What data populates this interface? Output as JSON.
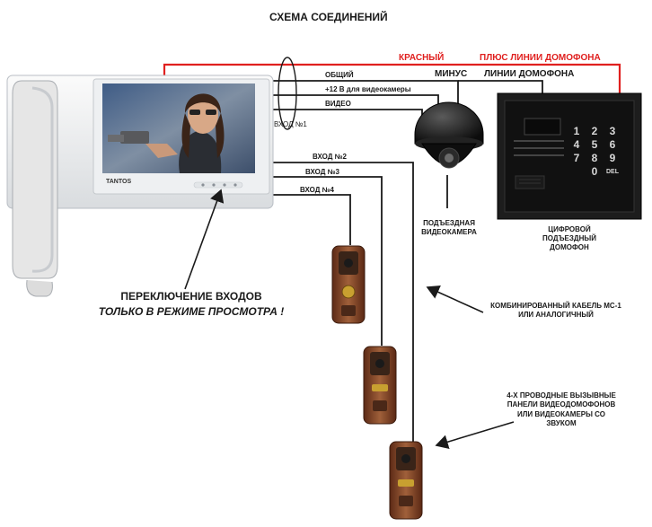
{
  "title": "СХЕМА СОЕДИНЕНИЙ",
  "wires": {
    "red_label": "КРАСНЫЙ",
    "plus_label": "ПЛЮС  ЛИНИИ ДОМОФОНА",
    "minus_label": "МИНУС",
    "line_label": "ЛИНИИ ДОМОФОНА",
    "common": "ОБЩИЙ",
    "power": "+12 В для видеокамеры",
    "video": "ВИДЕО"
  },
  "inputs": {
    "in1": "ВХОД №1",
    "in2": "ВХОД №2",
    "in3": "ВХОД №3",
    "in4": "ВХОД №4"
  },
  "monitor": {
    "brand": "TANTOS"
  },
  "camera": {
    "caption": "ПОДЪЕЗДНАЯ ВИДЕОКАМЕРА"
  },
  "intercom": {
    "caption": "ЦИФРОВОЙ ПОДЪЕЗДНЫЙ ДОМОФОН",
    "keys": [
      "1",
      "2",
      "3",
      "4",
      "5",
      "6",
      "7",
      "8",
      "9",
      "0",
      "DEL"
    ]
  },
  "notes": {
    "switch_line1": "ПЕРЕКЛЮЧЕНИЕ  ВХОДОВ",
    "switch_line2": "ТОЛЬКО В РЕЖИМЕ ПРОСМОТРА !",
    "cable": "КОМБИНИРОВАННЫЙ КАБЕЛЬ МС-1 ИЛИ АНАЛОГИЧНЫЙ",
    "panels": "4-Х ПРОВОДНЫЕ ВЫЗЫВНЫЕ ПАНЕЛИ ВИДЕОДОМОФОНОВ ИЛИ ВИДЕОКАМЕРЫ СО ЗВУКОМ"
  },
  "colors": {
    "red_wire": "#e0201f",
    "black_wire": "#1a1a1a",
    "panel_copper": "#8a4a2a"
  },
  "icons": [
    "handset-icon",
    "dome-camera-icon",
    "keypad-icon",
    "call-panel-icon",
    "arrow-icon"
  ]
}
